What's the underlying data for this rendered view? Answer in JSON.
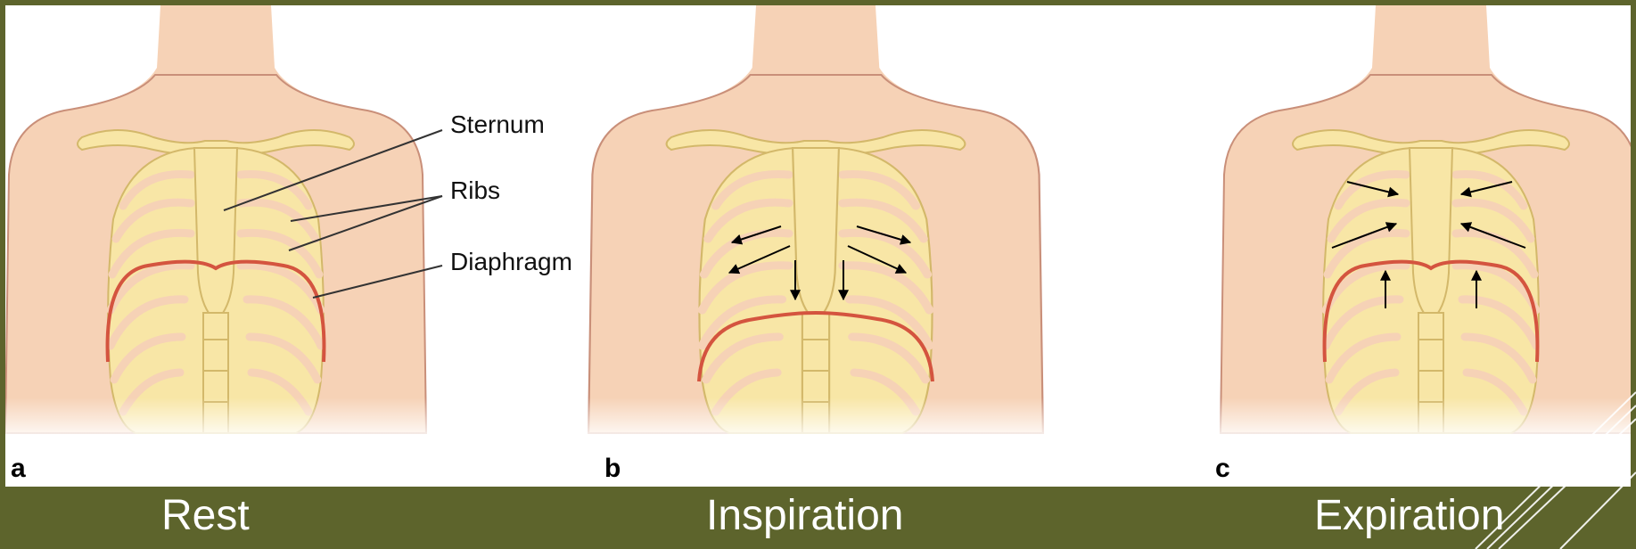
{
  "panels": [
    {
      "letter": "a",
      "caption": "Rest"
    },
    {
      "letter": "b",
      "caption": "Inspiration"
    },
    {
      "letter": "c",
      "caption": "Expiration"
    }
  ],
  "callouts": {
    "sternum": "Sternum",
    "ribs": "Ribs",
    "diaphragm": "Diaphragm"
  },
  "colors": {
    "slide_background": "#5d642c",
    "skin": "#f6d2b6",
    "skin_outline": "#c98f79",
    "bone": "#f8e6a6",
    "bone_outline": "#d3b86a",
    "diaphragm": "#d4543f",
    "arrow": "#000000"
  }
}
